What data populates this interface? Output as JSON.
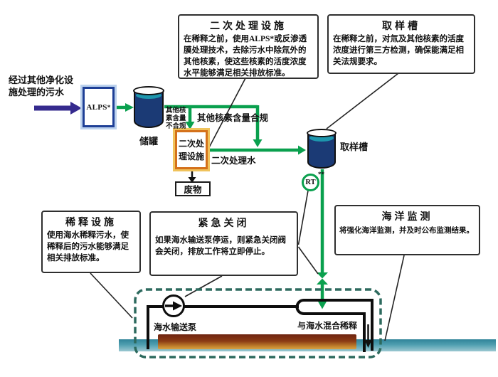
{
  "labels": {
    "influent": "经过其他净化设施处理的污水",
    "alps": "ALPS",
    "alps_sup": "*",
    "storage_tank": "储罐",
    "noncompliant": "其他核素含量不合规",
    "compliant": "其他核素含量合规",
    "secondary_unit": "二次处理设施",
    "waste": "废物",
    "treated_water": "二次处理水",
    "sampling_tank": "取样槽",
    "rt": "RT",
    "rt_sup": "**",
    "pump": "海水输送泵",
    "mixing": "与海水混合稀释"
  },
  "callouts": {
    "secondary_treatment": {
      "title": "二次处理设施",
      "body": "在稀释之前，使用ALPS*或反渗透膜处理技术，去除污水中除氚外的其他核素，使这些核素的活度浓度水平能够满足相关排放标准。"
    },
    "sampling": {
      "title": "取样槽",
      "body": "在稀释之前，对氚及其他核素的活度浓度进行第三方检测，确保能满足相关法规要求。"
    },
    "dilution": {
      "title": "稀释设施",
      "body": "使用海水稀释污水，使稀释后的污水能够满足相关排放标准。"
    },
    "emergency": {
      "title": "紧急关闭",
      "body": "如果海水输送泵停运，则紧急关闭阀会关闭，排放工作将立即停止。"
    },
    "marine": {
      "title": "海洋监测",
      "body": "将强化海洋监测，并及时公布监测结果。"
    }
  },
  "colors": {
    "flow_green": "#0aa04e",
    "influent_purple": "#352a8e",
    "tank_body_navy": "#1b3a75",
    "tank_water_teal": "#1d96ad",
    "alps_border_blue": "#1e3f96",
    "secondary_unit_orange": "#d4711b",
    "enclosure_dash_teal": "#2d6a5e",
    "sea_teal": "#35879a",
    "pipe_black": "#0d0d0d",
    "discharge_brown": "#8a3a14"
  }
}
